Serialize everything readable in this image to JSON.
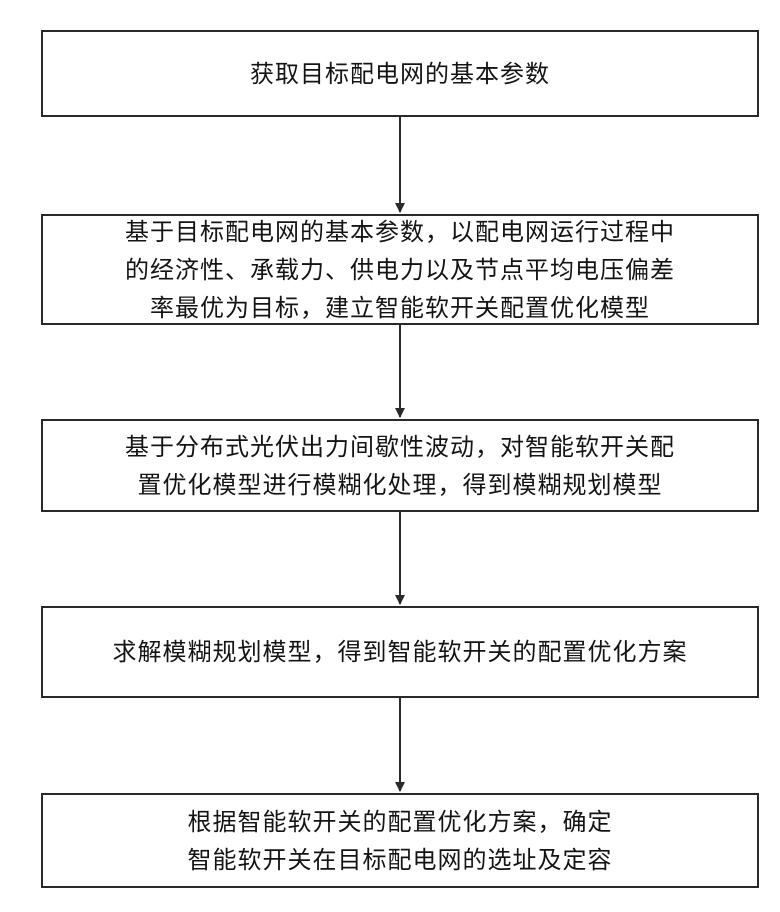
{
  "flowchart": {
    "steps": [
      {
        "lines": [
          "获取目标配电网的基本参数"
        ]
      },
      {
        "lines": [
          "基于目标配电网的基本参数，以配电网运行过程中",
          "的经济性、承载力、供电力以及节点平均电压偏差",
          "率最优为目标，建立智能软开关配置优化模型"
        ]
      },
      {
        "lines": [
          "基于分布式光伏出力间歇性波动，对智能软开关配",
          "置优化模型进行模糊化处理，得到模糊规划模型"
        ]
      },
      {
        "lines": [
          "求解模糊规划模型，得到智能软开关的配置优化方案"
        ]
      },
      {
        "lines": [
          "根据智能软开关的配置优化方案，确定",
          "智能软开关在目标配电网的选址及定容"
        ]
      }
    ]
  }
}
